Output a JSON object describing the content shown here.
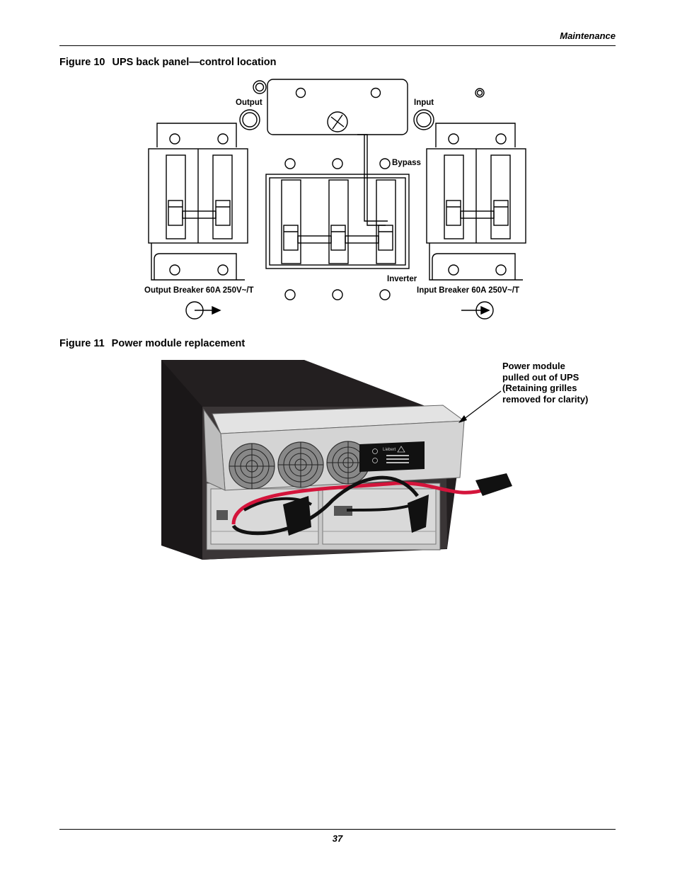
{
  "header": {
    "section": "Maintenance"
  },
  "figure10": {
    "number": "Figure 10",
    "title": "UPS back panel—control location",
    "labels": {
      "output": "Output",
      "input": "Input",
      "bypass": "Bypass",
      "inverter": "Inverter",
      "output_breaker": "Output Breaker 60A 250V~/T",
      "input_breaker": "Input Breaker 60A 250V~/T"
    }
  },
  "figure11": {
    "number": "Figure 11",
    "title": "Power module replacement",
    "callout_lines": [
      "Power module",
      "pulled out of UPS",
      "(Retaining grilles",
      "removed for clarity)"
    ],
    "brand": "Liebert"
  },
  "footer": {
    "page_number": "37"
  }
}
